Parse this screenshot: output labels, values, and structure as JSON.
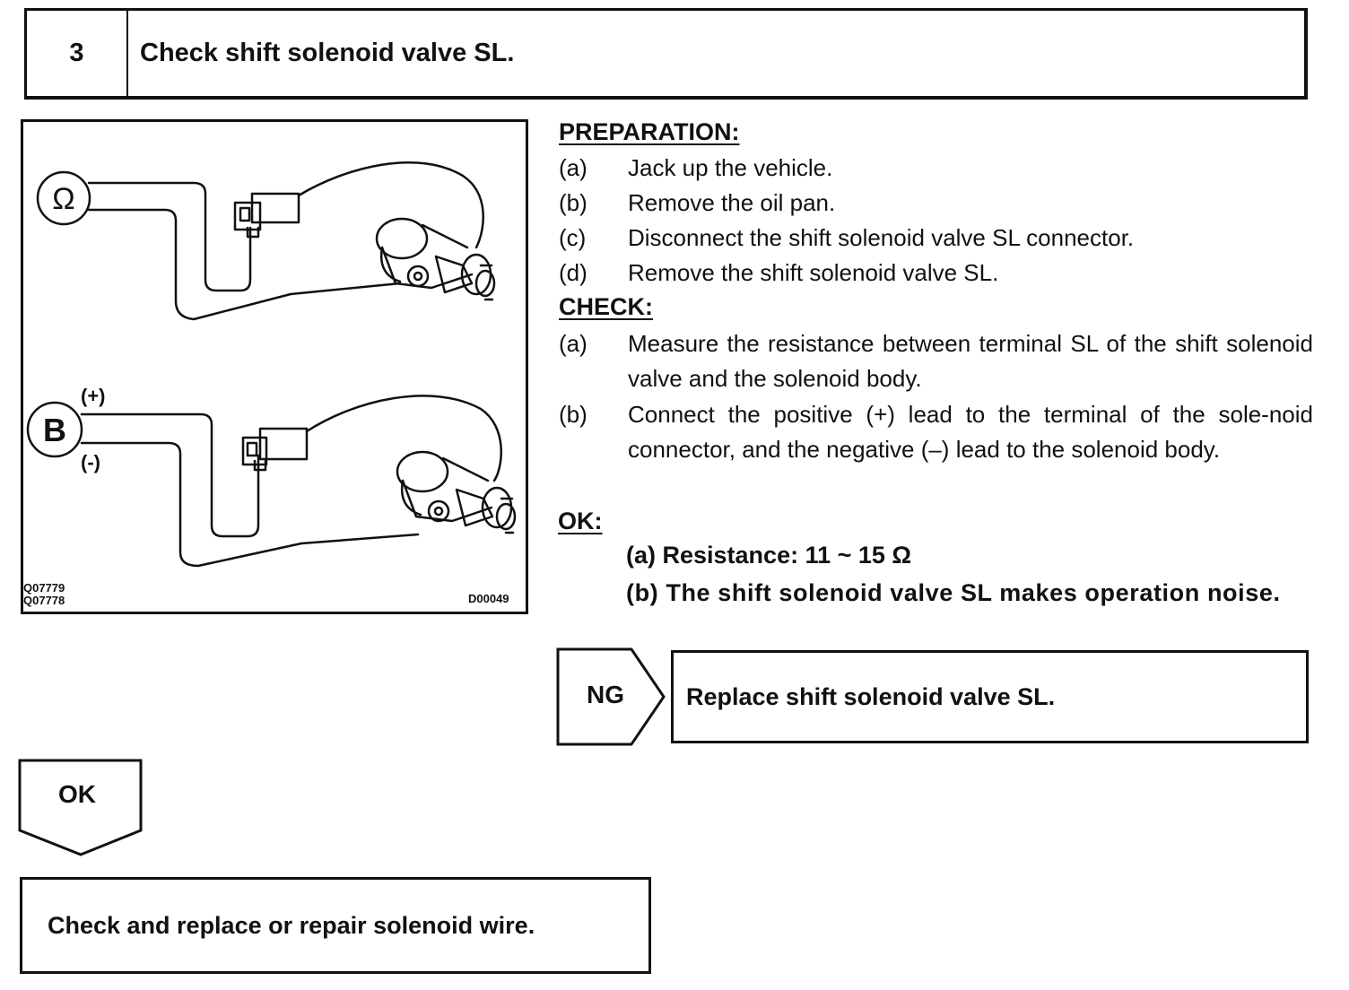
{
  "header": {
    "step_number": "3",
    "title": "Check shift solenoid valve SL."
  },
  "illustration": {
    "ohm_symbol": "Ω",
    "battery_symbol": "B",
    "plus_label": "(+)",
    "minus_label": "(-)",
    "code_left_1": "Q07779",
    "code_left_2": "Q07778",
    "code_right": "D00049"
  },
  "preparation": {
    "heading": "PREPARATION:",
    "steps": [
      {
        "letter": "(a)",
        "text": "Jack up the vehicle."
      },
      {
        "letter": "(b)",
        "text": "Remove the oil pan."
      },
      {
        "letter": "(c)",
        "text": "Disconnect the shift solenoid valve SL connector."
      },
      {
        "letter": "(d)",
        "text": "Remove the shift solenoid valve SL."
      }
    ]
  },
  "check": {
    "heading": "CHECK:",
    "steps": [
      {
        "letter": "(a)",
        "text": "Measure the resistance between terminal SL of the shift solenoid valve and the solenoid body."
      },
      {
        "letter": "(b)",
        "text": "Connect the positive (+) lead to the terminal of the sole-noid connector, and the negative (–) lead to the solenoid body."
      }
    ]
  },
  "ok_criteria": {
    "heading": "OK:",
    "line_a": "(a) Resistance: 11 ~ 15 Ω",
    "line_b": "(b) The shift solenoid valve SL makes operation noise."
  },
  "ng_branch": {
    "label": "NG",
    "action": "Replace shift solenoid valve SL."
  },
  "ok_branch": {
    "label": "OK",
    "action": "Check and replace or repair solenoid wire."
  }
}
